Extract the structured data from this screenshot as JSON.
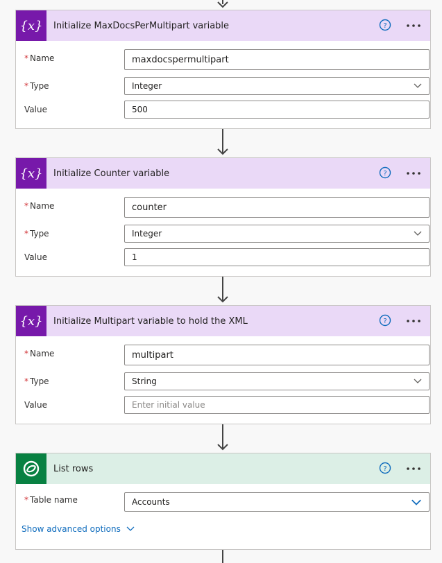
{
  "cards": [
    {
      "title": "Initialize MaxDocsPerMultipart variable",
      "icon": "variable-icon",
      "fields": {
        "name_label": "Name",
        "name_value": "maxdocspermultipart",
        "type_label": "Type",
        "type_value": "Integer",
        "value_label": "Value",
        "value_value": "500"
      }
    },
    {
      "title": "Initialize Counter variable",
      "icon": "variable-icon",
      "fields": {
        "name_label": "Name",
        "name_value": "counter",
        "type_label": "Type",
        "type_value": "Integer",
        "value_label": "Value",
        "value_value": "1"
      }
    },
    {
      "title": "Initialize Multipart variable to hold the XML",
      "icon": "variable-icon",
      "fields": {
        "name_label": "Name",
        "name_value": "multipart",
        "type_label": "Type",
        "type_value": "String",
        "value_label": "Value",
        "value_placeholder": "Enter initial value"
      }
    },
    {
      "title": "List rows",
      "icon": "dataverse-icon",
      "fields": {
        "table_label": "Table name",
        "table_value": "Accounts"
      },
      "advanced_label": "Show advanced options"
    }
  ],
  "required_marker": "*",
  "colors": {
    "variable_accent": "#7719aa",
    "variable_header": "#ead9f7",
    "dataverse_accent": "#088142",
    "dataverse_header": "#dcefe6",
    "link": "#0f6cbd"
  }
}
